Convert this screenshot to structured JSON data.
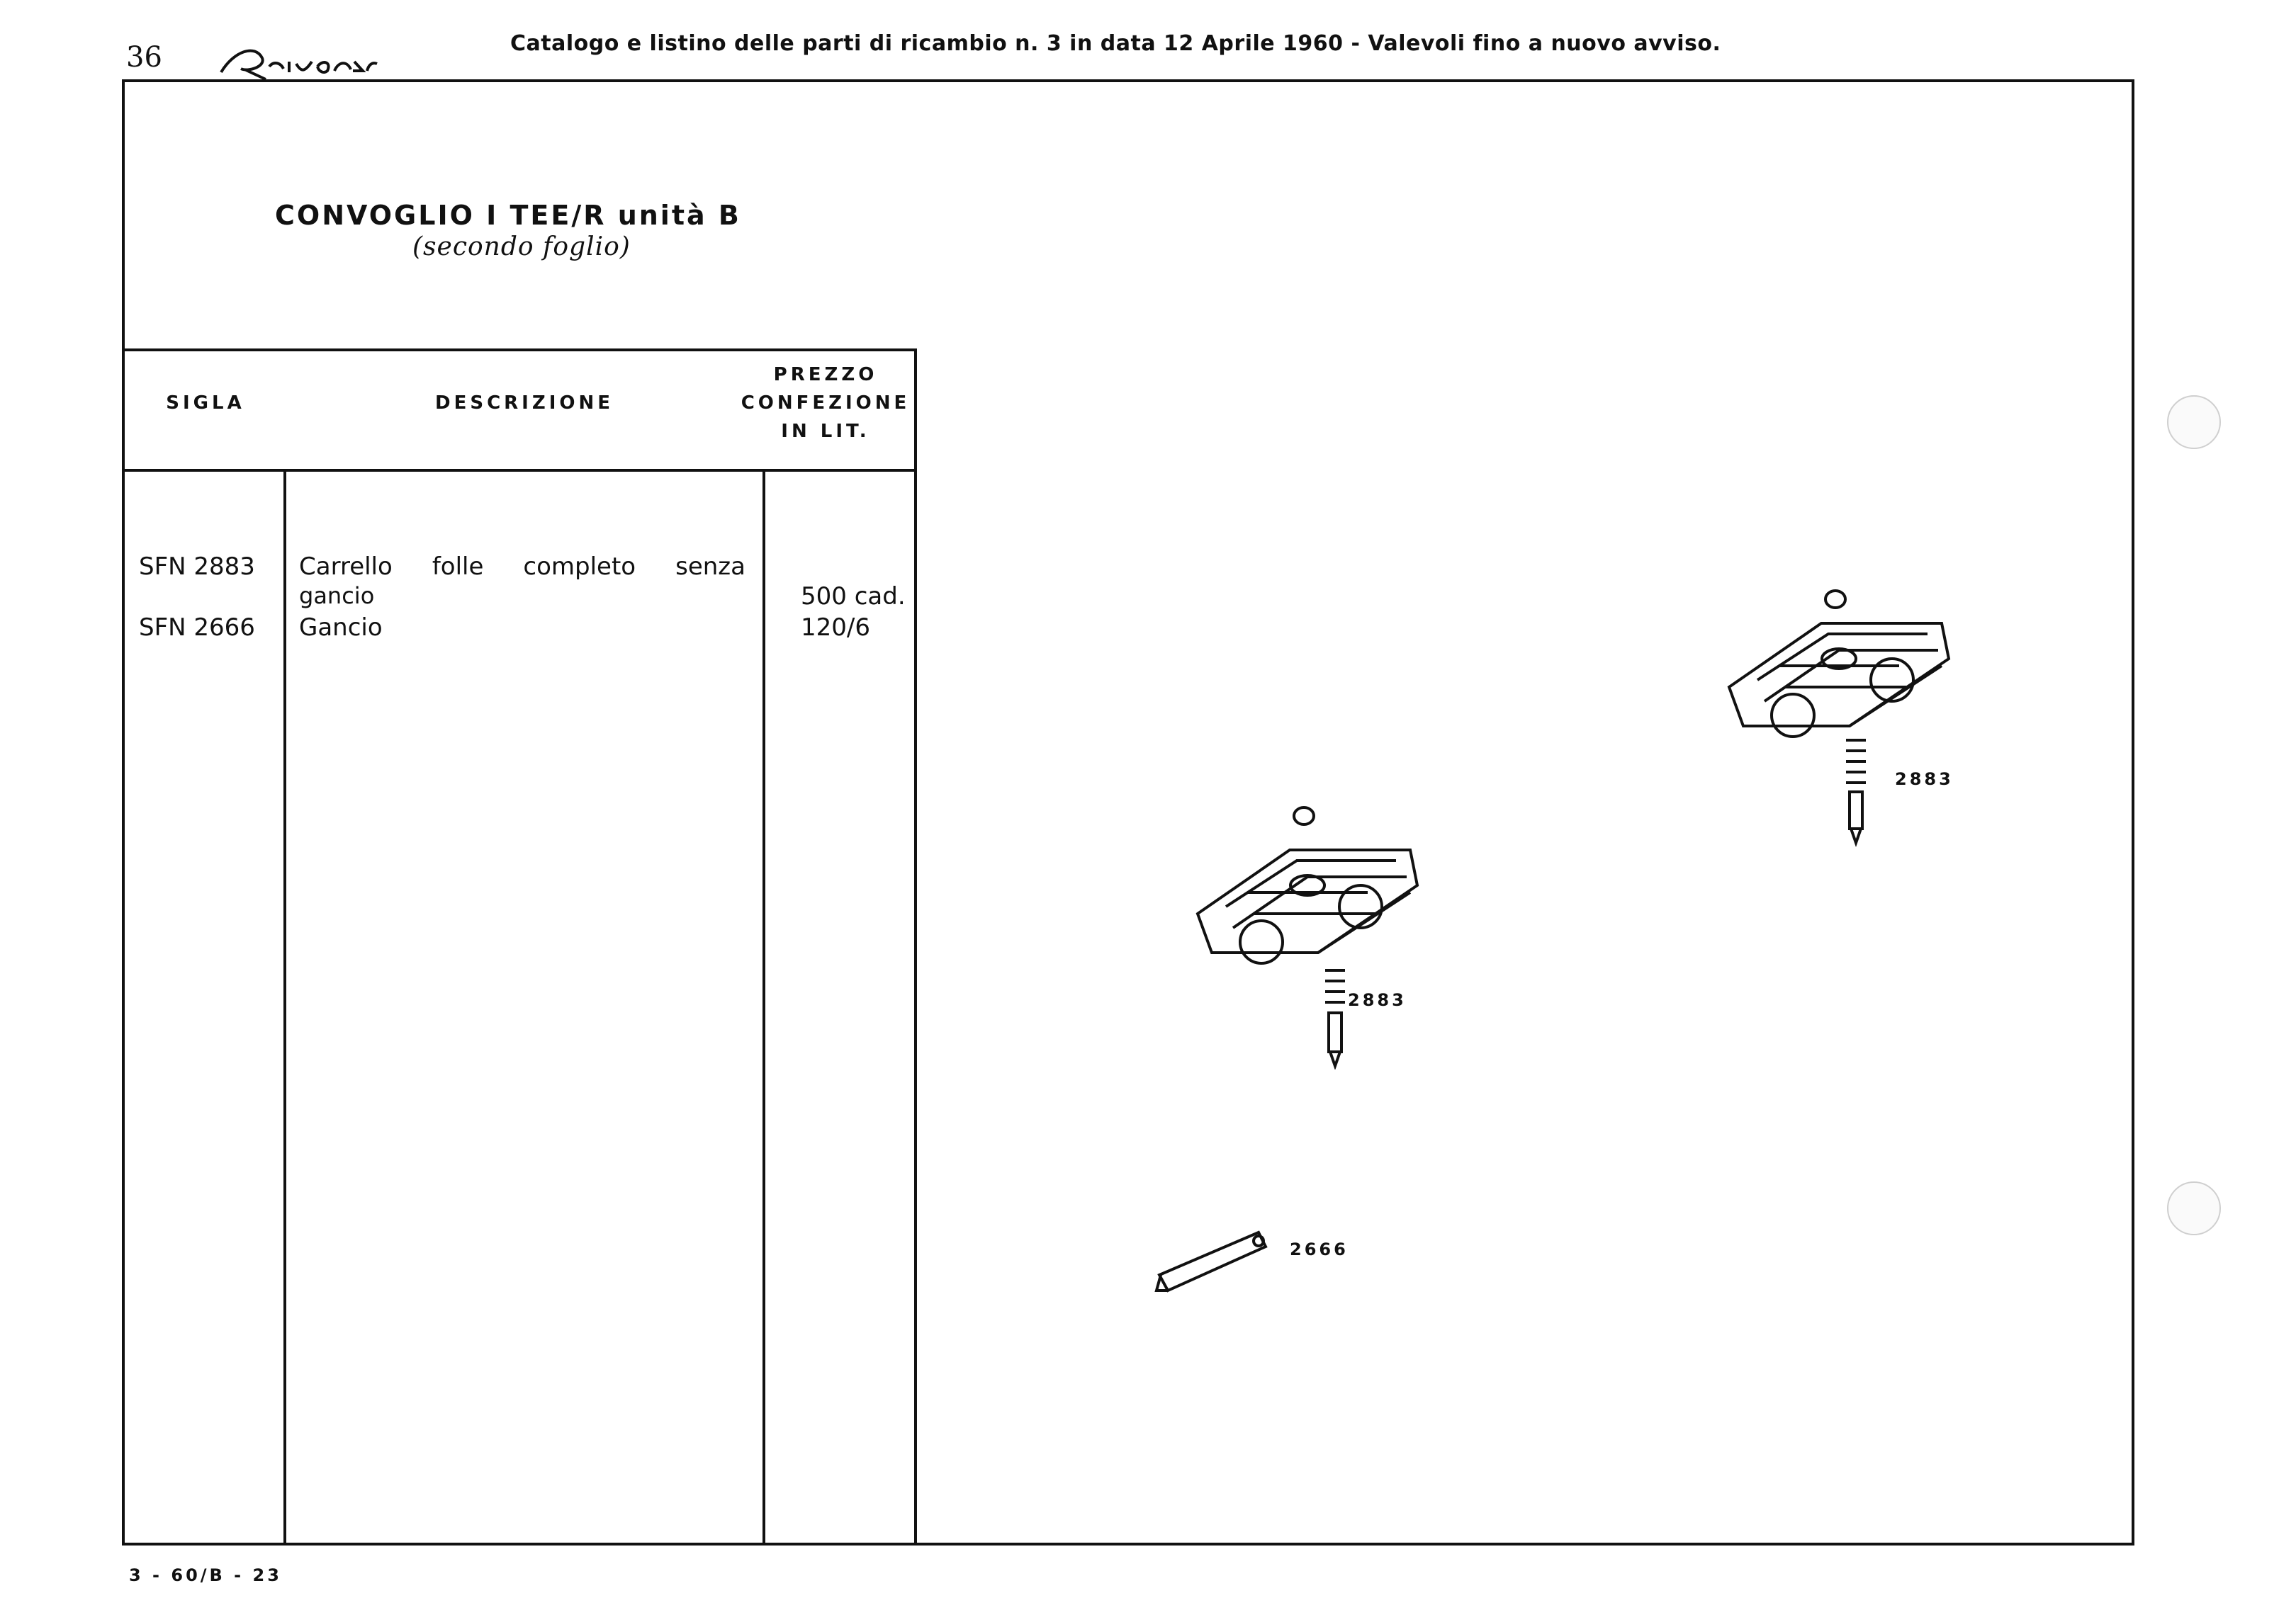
{
  "header": {
    "page_number": "36",
    "brand": "Rivarossi",
    "title": "Catalogo e listino delle parti di ricambio n. 3 in data 12 Aprile 1960 - Valevoli fino a nuovo avviso."
  },
  "section": {
    "title": "CONVOGLIO I TEE/R unità B",
    "subtitle": "(secondo foglio)"
  },
  "table": {
    "col_sigla": "SIGLA",
    "col_descrizione": "DESCRIZIONE",
    "col_prezzo_line1": "PREZZO",
    "col_prezzo_line2": "CONFEZIONE",
    "col_prezzo_line3": "IN LIT.",
    "rows": [
      {
        "sigla": "SFN 2883",
        "descrizione_words": [
          "Carrello",
          "folle",
          "completo",
          "senza"
        ],
        "descrizione_line2": "gancio",
        "prezzo": "500 cad."
      },
      {
        "sigla": "SFN 2666",
        "descrizione": "Gancio",
        "prezzo": "120/6"
      }
    ]
  },
  "illustrations": {
    "label_bogie_right": "2883",
    "label_bogie_left": "2883",
    "label_hook": "2666"
  },
  "footer": {
    "code": "3 - 60/B - 23"
  }
}
